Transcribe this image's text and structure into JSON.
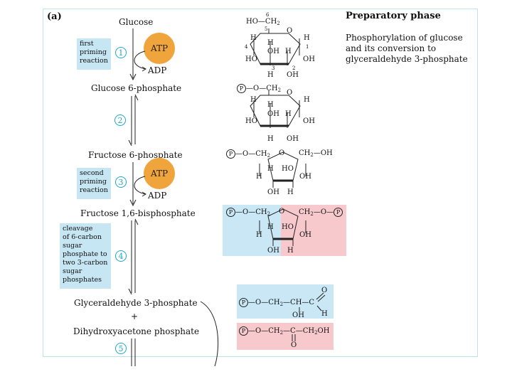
{
  "panel_label": "(a)",
  "heading": "Preparatory phase",
  "description": [
    "Phosphorylation of glucose",
    "and its conversion to",
    "glyceraldehyde 3-phosphate"
  ],
  "metabolites": {
    "glucose": "Glucose",
    "glucose_6_phosphate": "Glucose 6-phosphate",
    "fructose_6_phosphate": "Fructose 6-phosphate",
    "fructose_1_6_bisphosphate": "Fructose 1,6-bisphosphate",
    "glyceraldehyde_3_phosphate": "Glyceraldehyde 3-phosphate",
    "plus": "+",
    "dihydroxyacetone_phosphate": "Dihydroxyacetone phosphate"
  },
  "steps": [
    {
      "number": "1",
      "note": [
        "first",
        "priming",
        "reaction"
      ],
      "cofactor_in": "ATP",
      "cofactor_out": "ADP"
    },
    {
      "number": "2"
    },
    {
      "number": "3",
      "note": [
        "second",
        "priming",
        "reaction"
      ],
      "cofactor_in": "ATP",
      "cofactor_out": "ADP"
    },
    {
      "number": "4",
      "note": [
        "cleavage",
        "of 6-carbon",
        "sugar",
        "phosphate to",
        "two 3-carbon",
        "sugar",
        "phosphates"
      ]
    },
    {
      "number": "5"
    }
  ],
  "structure_text": {
    "ho": "HO",
    "h": "H",
    "oh": "OH",
    "o": "O",
    "ch2": "CH",
    "sub2": "2",
    "p": "P",
    "c": "C",
    "ch": "CH",
    "dash": "—",
    "carbons": [
      "6",
      "5",
      "4",
      "3",
      "2",
      "1"
    ]
  },
  "colors": {
    "atp": "#efa43c",
    "note_box": "#c6e6f4",
    "step_number": "#22a7c7",
    "blue_tint": "#c9e7f5",
    "pink_tint": "#f7c9cd"
  }
}
